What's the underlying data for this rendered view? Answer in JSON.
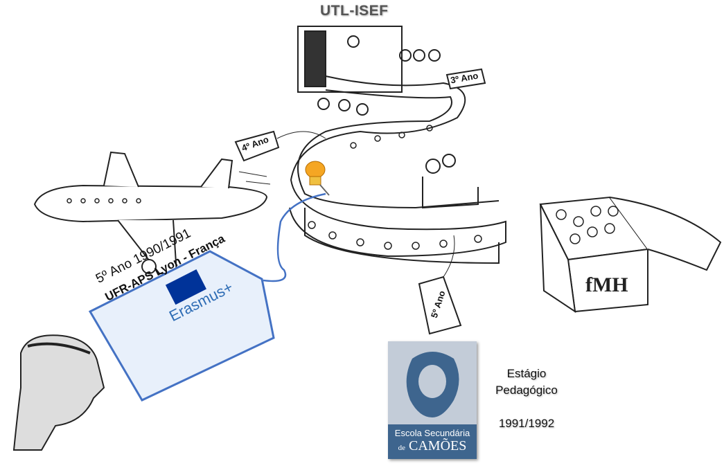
{
  "title": "UTL-ISEF",
  "belt_labels": {
    "year3": "3º Ano",
    "year4": "4º Ano",
    "year5": "5º Ano"
  },
  "erasmus_tag": {
    "line1": "5º Ano 1990/1991",
    "line2": "UFR-APS Lyon - França",
    "program": "Erasmus+"
  },
  "box_logo": "fMH",
  "school_logo": {
    "line1": "Escola Secundária",
    "prefix": "de",
    "name": "CAMÕES"
  },
  "internship": {
    "line1": "Estágio",
    "line2": "Pedagógico",
    "years": "1991/1992"
  },
  "colors": {
    "tag_border": "#4472c4",
    "tag_fill": "#e8f0fb",
    "pin": "#f5a623",
    "logo_blue": "#3e658e"
  }
}
